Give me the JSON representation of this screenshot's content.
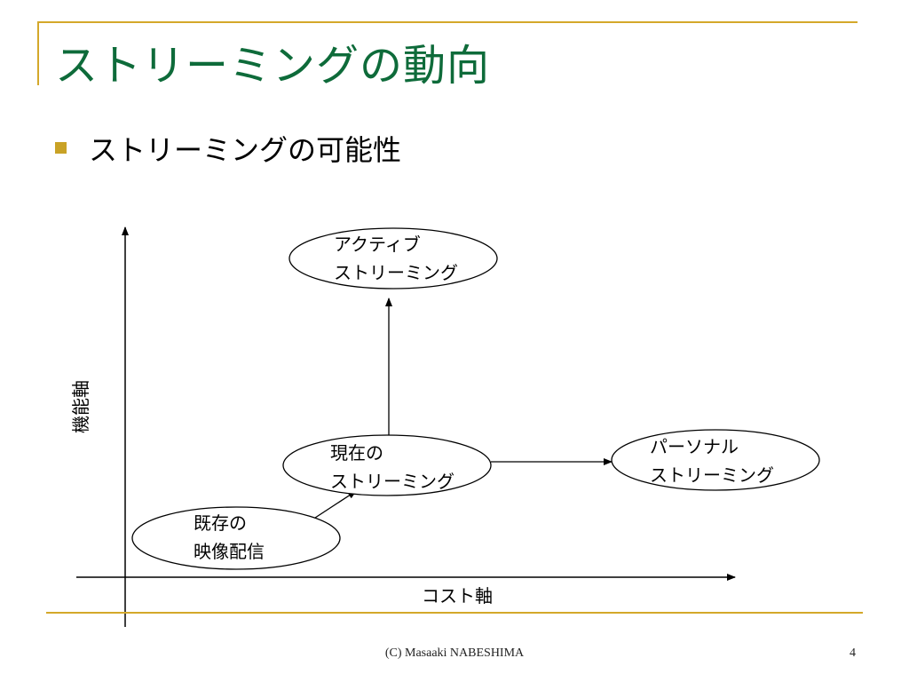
{
  "slide": {
    "title": "ストリーミングの動向",
    "bullet": "ストリーミングの可能性",
    "footer": "(C) Masaaki NABESHIMA",
    "page_number": "4"
  },
  "diagram": {
    "x_axis_label": "コスト軸",
    "y_axis_label": "機能軸",
    "nodes": {
      "existing": [
        "既存の",
        "映像配信"
      ],
      "current": [
        "現在の",
        "ストリーミング"
      ],
      "active": [
        "アクティブ",
        "ストリーミング"
      ],
      "personal": [
        "パーソナル",
        "ストリーミング"
      ]
    }
  },
  "colors": {
    "title": "#0e6b3a",
    "accent": "#d4a82a",
    "bullet": "#c9a226"
  }
}
